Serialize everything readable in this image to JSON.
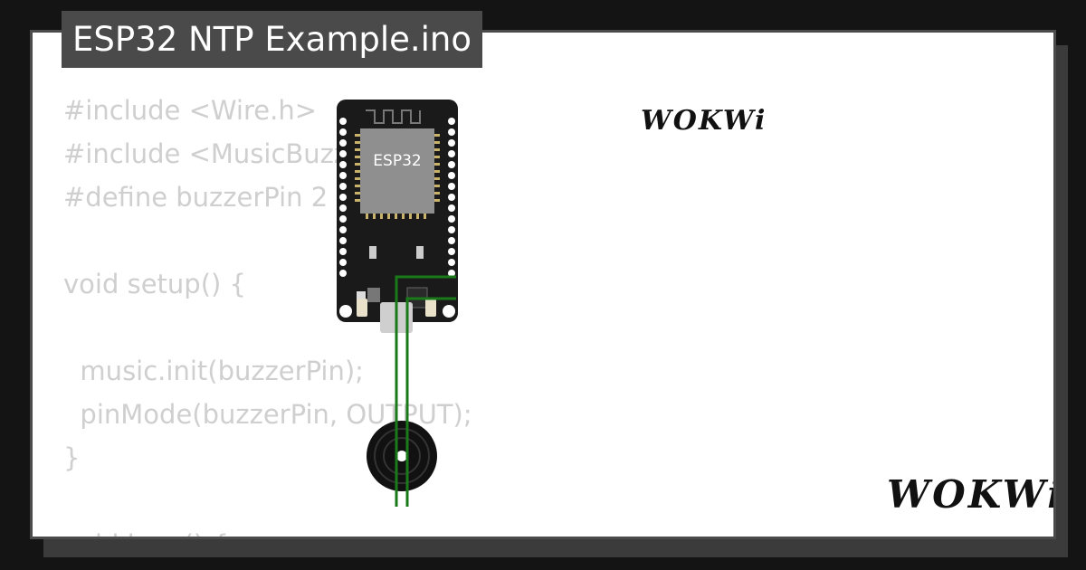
{
  "project": {
    "title": "ESP32 NTP Example.ino"
  },
  "code_lines": [
    "#include <Wire.h>",
    "#include <MusicBuzzer.h>",
    "#define buzzerPin 2",
    "",
    "void setup() {",
    "",
    "  music.init(buzzerPin);",
    "  pinMode(buzzerPin, OUTPUT);",
    "}",
    "",
    "void loop() {"
  ],
  "brand": {
    "logo_small": "WOKWi",
    "logo_large": "WOKWi"
  },
  "board": {
    "chip_label": "ESP32"
  },
  "colors": {
    "background": "#141414",
    "card": "#ffffff",
    "title_bar": "#4a4a4a",
    "code_text": "#cfcfcf",
    "board": "#1a1a1a",
    "wire": "#1a7a1a"
  },
  "icons": {
    "board": "esp32-board-icon",
    "buzzer": "buzzer-icon"
  }
}
